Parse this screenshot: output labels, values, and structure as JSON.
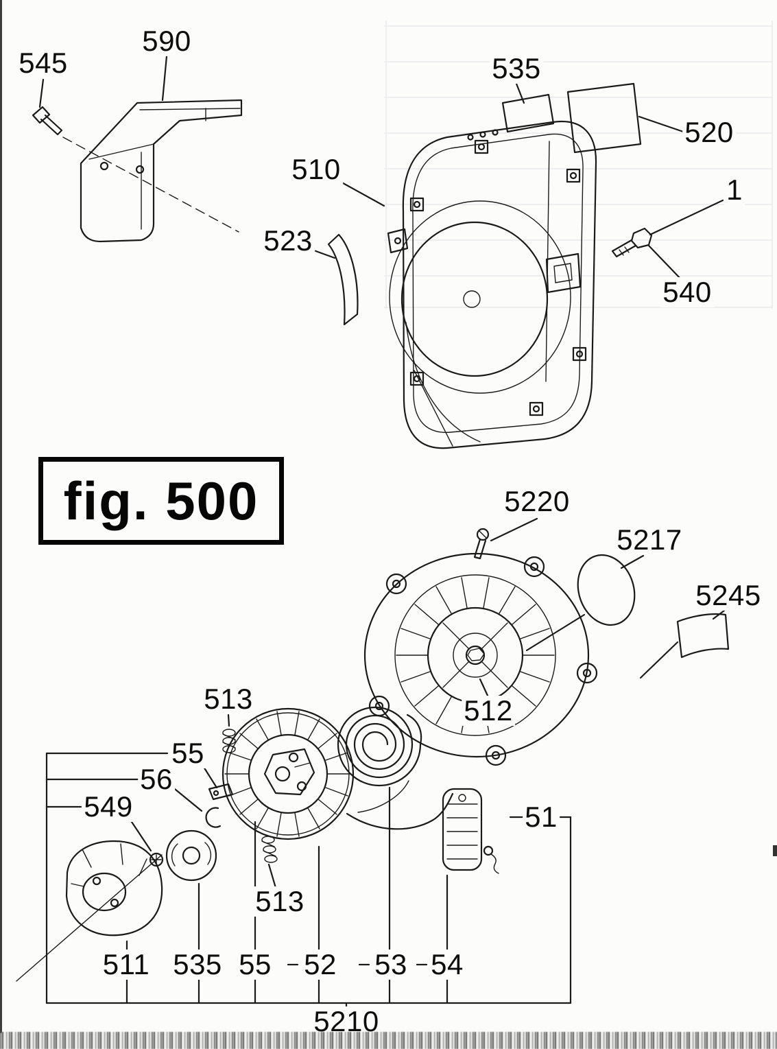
{
  "figure": {
    "title": "fig. 500"
  },
  "colors": {
    "ink": "#1a1a1a",
    "paper": "#fcfcfb"
  },
  "part_labels": [
    {
      "text": "545"
    },
    {
      "text": "590"
    },
    {
      "text": "535"
    },
    {
      "text": "520"
    },
    {
      "text": "510"
    },
    {
      "text": "1"
    },
    {
      "text": "523"
    },
    {
      "text": "540"
    },
    {
      "text": "5220"
    },
    {
      "text": "5217"
    },
    {
      "text": "5245"
    },
    {
      "text": "512"
    },
    {
      "text": "513"
    },
    {
      "text": "55"
    },
    {
      "text": "56"
    },
    {
      "text": "549"
    },
    {
      "text": "51"
    },
    {
      "text": "513"
    },
    {
      "text": "511"
    },
    {
      "text": "535"
    },
    {
      "text": "55"
    },
    {
      "text": "52"
    },
    {
      "text": "53"
    },
    {
      "text": "54"
    },
    {
      "text": "5210"
    }
  ]
}
